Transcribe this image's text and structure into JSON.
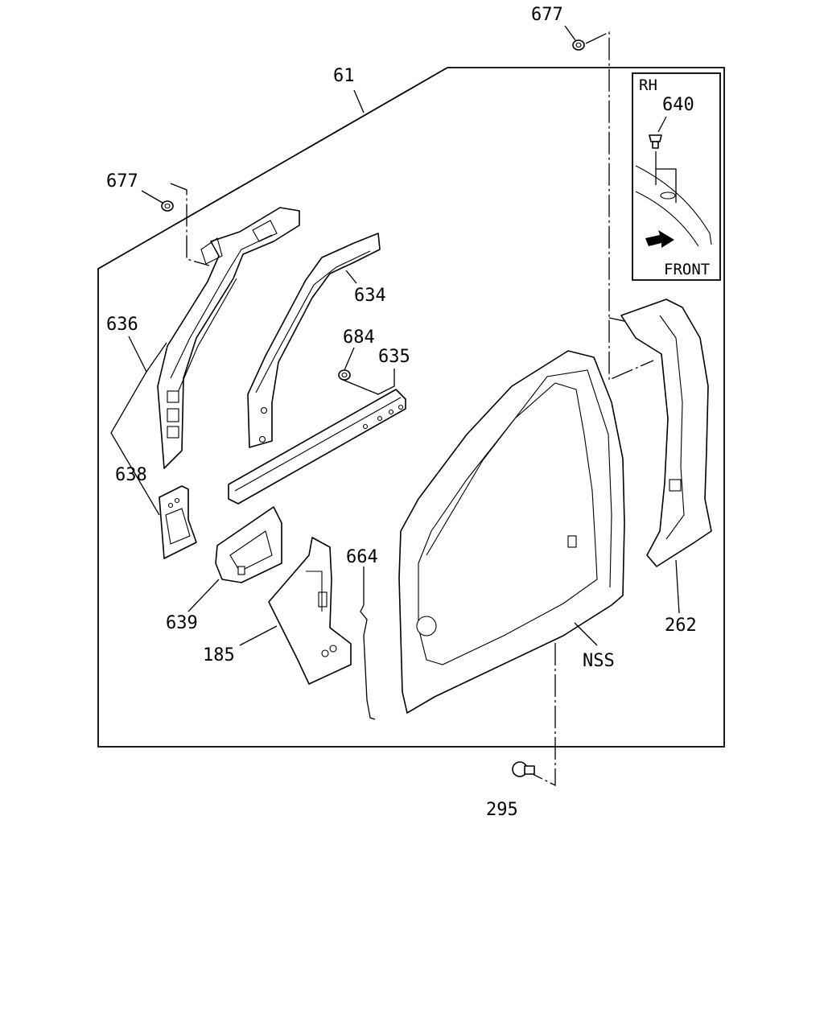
{
  "diagram": {
    "callouts": {
      "c61": "61",
      "c677_top": "677",
      "c677_left": "677",
      "c640": "640",
      "c634": "634",
      "c636": "636",
      "c684": "684",
      "c635": "635",
      "c638": "638",
      "c664": "664",
      "c639": "639",
      "c185": "185",
      "c262": "262",
      "cNSS": "NSS",
      "c295": "295"
    },
    "inset": {
      "side_label": "RH",
      "direction_label": "FRONT"
    }
  }
}
